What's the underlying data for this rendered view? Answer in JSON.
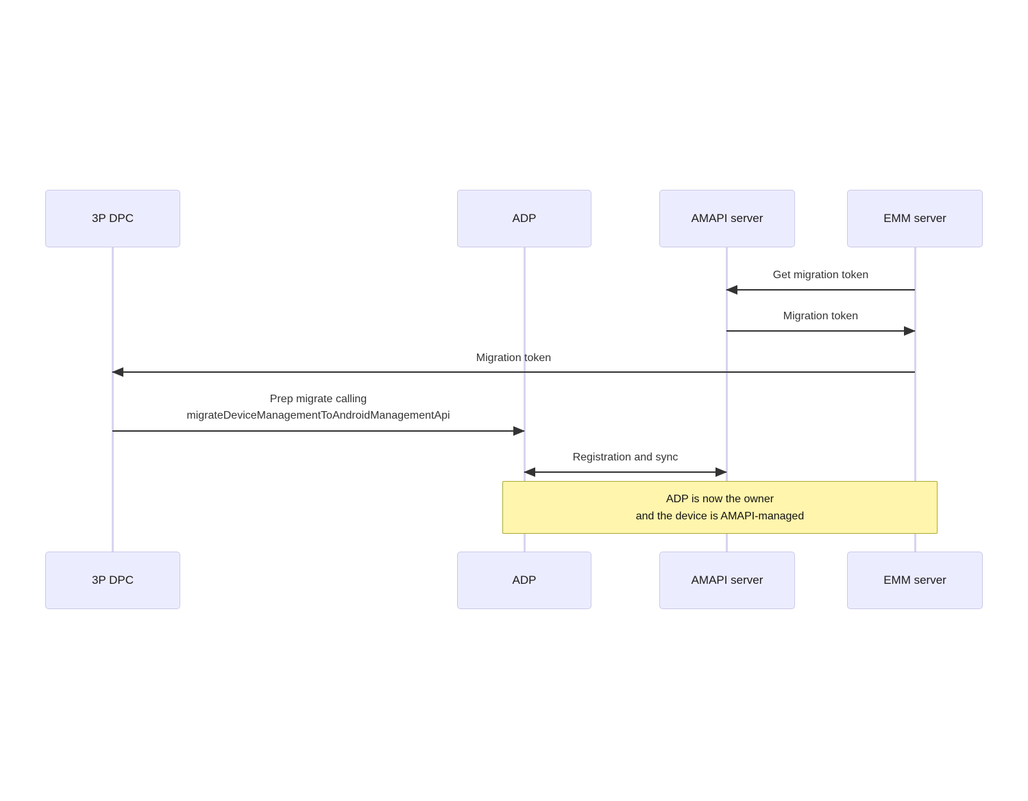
{
  "colors": {
    "background": "#ffffff",
    "actor_fill": "#ececff",
    "actor_border": "#c9c9e8",
    "actor_text": "#1a1a1a",
    "lifeline": "#d9d3ee",
    "message": "#333333",
    "note_fill": "#fff5ad",
    "note_border": "#aaaa33",
    "note_text": "#111111"
  },
  "diagram": {
    "type": "sequence",
    "actors": [
      {
        "id": "3p-dpc",
        "label": "3P DPC"
      },
      {
        "id": "adp",
        "label": "ADP"
      },
      {
        "id": "amapi-server",
        "label": "AMAPI server"
      },
      {
        "id": "emm-server",
        "label": "EMM server"
      }
    ],
    "messages": [
      {
        "from": "emm-server",
        "to": "amapi-server",
        "direction": "left",
        "label": "Get migration token"
      },
      {
        "from": "amapi-server",
        "to": "emm-server",
        "direction": "right",
        "label": "Migration token"
      },
      {
        "from": "emm-server",
        "to": "3p-dpc",
        "direction": "left",
        "label": "Migration token"
      },
      {
        "from": "3p-dpc",
        "to": "adp",
        "direction": "right",
        "label": "Prep migrate calling",
        "label_line2": "migrateDeviceManagementToAndroidManagementApi"
      },
      {
        "from": "adp",
        "to": "amapi-server",
        "direction": "both",
        "label": "Registration and sync"
      }
    ],
    "note": {
      "over": [
        "adp",
        "emm-server"
      ],
      "line1": "ADP is now the owner",
      "line2": "and the device is AMAPI-managed"
    }
  }
}
